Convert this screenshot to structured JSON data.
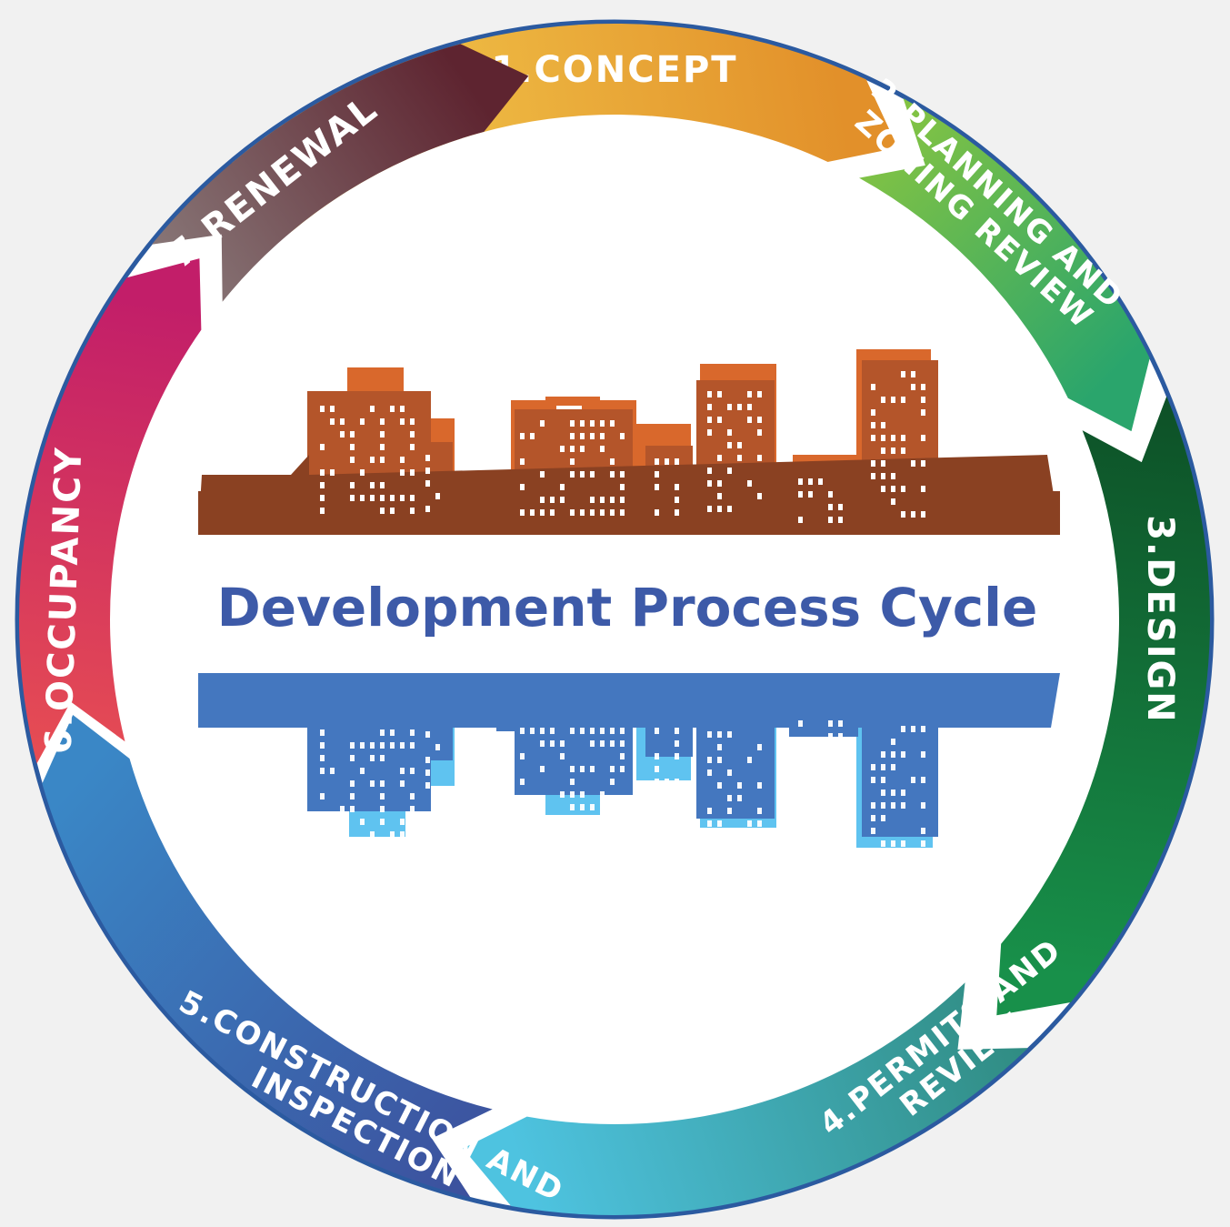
{
  "title": "Development Process Cycle",
  "colors": {
    "title": "#3d5aa8",
    "ring": "#2b5aa0",
    "background": "#f1f1f1",
    "building_dark": "#8a4122",
    "building_mid": "#b4552a",
    "building_light": "#d9682c",
    "reflection_band": "#4477bf",
    "reflection_light": "#5fc3f0"
  },
  "steps": [
    {
      "label_lines": [
        "1.CONCEPT"
      ],
      "color_start": "#f5d352",
      "color_end": "#e2902a"
    },
    {
      "label_lines": [
        "2.PLANNING AND",
        "ZONING REVIEW"
      ],
      "color_start": "#8cc63f",
      "color_end": "#2aa56c"
    },
    {
      "label_lines": [
        "3.DESIGN"
      ],
      "color_start": "#0d4f26",
      "color_end": "#18904a"
    },
    {
      "label_lines": [
        "4.PERMITS AND",
        "REVIEW"
      ],
      "color_start": "#2f8a7f",
      "color_end": "#4ec3e0"
    },
    {
      "label_lines": [
        "5.CONSTRUCTION AND",
        "INSPECTION"
      ],
      "color_start": "#3c4f9c",
      "color_end": "#3a87c6"
    },
    {
      "label_lines": [
        "6.OCCUPANCY"
      ],
      "color_start": "#e84f52",
      "color_end": "#c21e69"
    },
    {
      "label_lines": [
        "7.RENEWAL"
      ],
      "color_start": "#8a7b7b",
      "color_end": "#5e2430"
    }
  ]
}
